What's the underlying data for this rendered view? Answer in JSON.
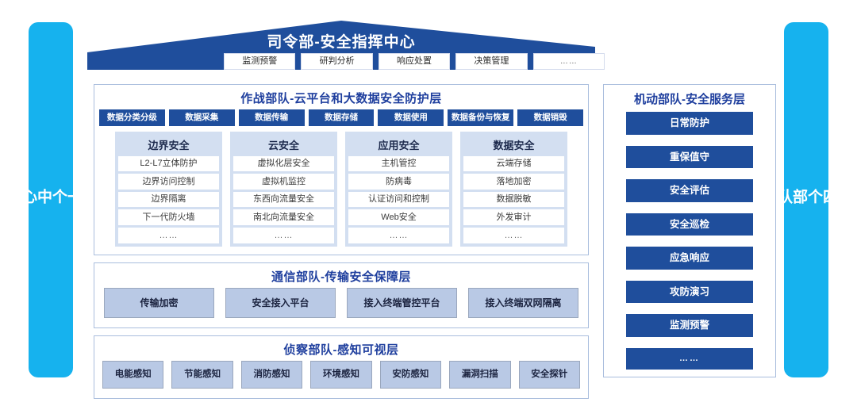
{
  "colors": {
    "accent_cyan": "#16b2ee",
    "brand_blue": "#1f4e9c",
    "title_blue": "#1f3f9e",
    "panel_border": "#a9bddd",
    "col_bg": "#d3dff1",
    "box_fill": "#b9c9e5"
  },
  "sidebars": {
    "left": {
      "name": "一个中心",
      "chars": [
        "一",
        "个",
        "中",
        "心"
      ]
    },
    "right": {
      "name": "四个部队",
      "chars": [
        "四",
        "个",
        "部",
        "队"
      ]
    }
  },
  "roof": {
    "title": "司令部-安全指挥中心",
    "tabs": [
      "监测预警",
      "研判分析",
      "响应处置",
      "决策管理",
      "……"
    ]
  },
  "combat_layer": {
    "title": "作战部队-云平台和大数据安全防护层",
    "lifecycle_chips": [
      "数据分类分级",
      "数据采集",
      "数据传输",
      "数据存储",
      "数据使用",
      "数据备份与恢复",
      "数据销毁"
    ],
    "columns": [
      {
        "head": "边界安全",
        "items": [
          "L2-L7立体防护",
          "边界访问控制",
          "边界隔离",
          "下一代防火墙",
          "……"
        ]
      },
      {
        "head": "云安全",
        "items": [
          "虚拟化层安全",
          "虚拟机监控",
          "东西向流量安全",
          "南北向流量安全",
          "……"
        ]
      },
      {
        "head": "应用安全",
        "items": [
          "主机管控",
          "防病毒",
          "认证访问和控制",
          "Web安全",
          "……"
        ]
      },
      {
        "head": "数据安全",
        "items": [
          "云端存储",
          "落地加密",
          "数据脱敏",
          "外发审计",
          "……"
        ]
      }
    ]
  },
  "comm_layer": {
    "title": "通信部队-传输安全保障层",
    "items": [
      "传输加密",
      "安全接入平台",
      "接入终端管控平台",
      "接入终端双网隔离"
    ]
  },
  "recon_layer": {
    "title": "侦察部队-感知可视层",
    "items": [
      "电能感知",
      "节能感知",
      "消防感知",
      "环境感知",
      "安防感知",
      "漏洞扫描",
      "安全探针"
    ]
  },
  "service_layer": {
    "title": "机动部队-安全服务层",
    "items": [
      "日常防护",
      "重保值守",
      "安全评估",
      "安全巡检",
      "应急响应",
      "攻防演习",
      "监测预警",
      "……"
    ]
  }
}
